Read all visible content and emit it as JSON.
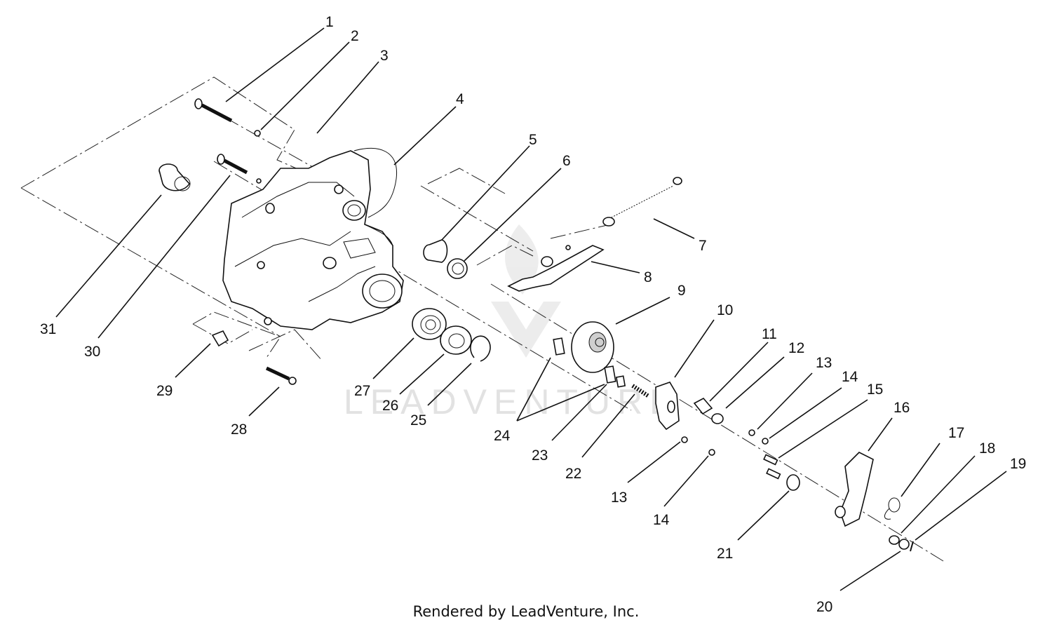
{
  "diagram": {
    "callouts": [
      "1",
      "2",
      "3",
      "4",
      "5",
      "6",
      "7",
      "8",
      "9",
      "10",
      "11",
      "12",
      "13",
      "14",
      "15",
      "16",
      "17",
      "18",
      "19",
      "20",
      "21",
      "22",
      "23",
      "24",
      "25",
      "26",
      "27",
      "28",
      "29",
      "30",
      "31",
      "13",
      "14"
    ],
    "watermark": "LEADVENTURE",
    "credit": "Rendered by LeadVenture, Inc."
  }
}
